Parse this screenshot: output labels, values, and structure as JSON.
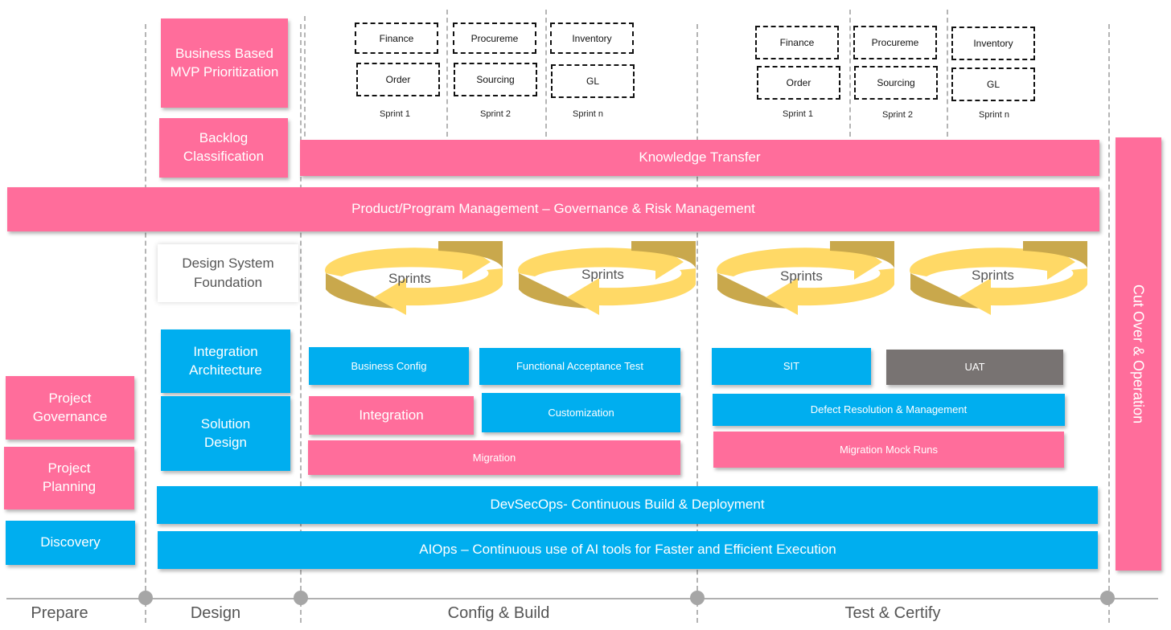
{
  "phases": {
    "prepare": "Prepare",
    "design": "Design",
    "config_build": "Config & Build",
    "test_certify": "Test & Certify"
  },
  "design_boxes": {
    "mvp": "Business Based MVP Prioritization",
    "backlog": "Backlog Classification",
    "design_system": "Design System Foundation",
    "integration_arch": "Integration Architecture",
    "solution_design": "Solution Design"
  },
  "prepare_boxes": {
    "governance": "Project Governance",
    "planning": "Project Planning",
    "discovery": "Discovery"
  },
  "build_modules": {
    "row1": [
      "Finance",
      "Procureme",
      "Inventory"
    ],
    "row2": [
      "Order",
      "Sourcing",
      "GL"
    ],
    "sprints": [
      "Sprint 1",
      "Sprint 2",
      "Sprint n"
    ]
  },
  "test_modules": {
    "row1": [
      "Finance",
      "Procureme",
      "Inventory"
    ],
    "row2": [
      "Order",
      "Sourcing",
      "GL"
    ],
    "sprints": [
      "Sprint 1",
      "Sprint 2",
      "Sprint n"
    ]
  },
  "bars": {
    "knowledge_transfer": "Knowledge Transfer",
    "governance_risk": "Product/Program Management – Governance & Risk Management",
    "devsecops": "DevSecOps- Continuous Build & Deployment",
    "aiops": "AIOps – Continuous use of AI tools for Faster and Efficient Execution",
    "cutover": "Cut Over & Operation"
  },
  "sprint_cycles": [
    "Sprints",
    "Sprints",
    "Sprints",
    "Sprints"
  ],
  "build_tasks": {
    "business_config": "Business Config",
    "fat": "Functional Acceptance Test",
    "integration": "Integration",
    "customization": "Customization",
    "migration": "Migration"
  },
  "test_tasks": {
    "sit": "SIT",
    "uat": "UAT",
    "defect": "Defect Resolution & Management",
    "mock_runs": "Migration Mock Runs"
  },
  "colors": {
    "pink": "#ff6d9b",
    "blue": "#00aeef",
    "grey": "#787372",
    "arrow_gold": "#c9a84c",
    "arrow_yellow": "#ffd966"
  }
}
